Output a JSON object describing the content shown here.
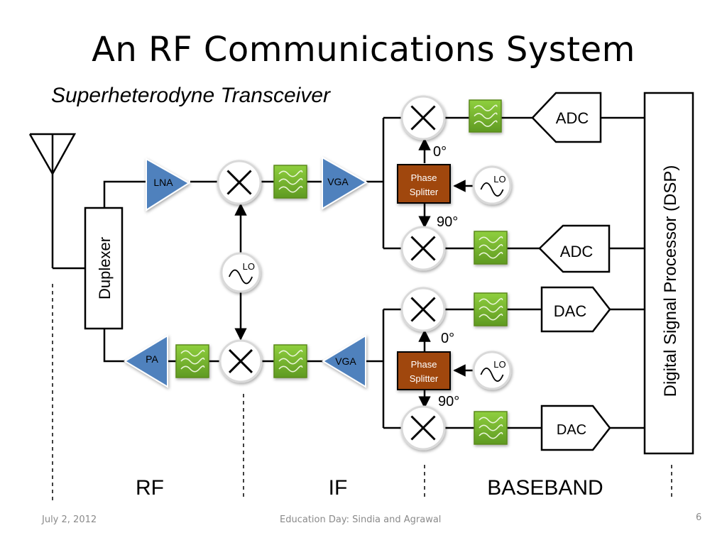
{
  "slide": {
    "title": "An RF Communications System",
    "subtitle": "Superheterodyne Transceiver",
    "footer_date": "July 2, 2012",
    "footer_center": "Education Day: Sindia and Agrawal",
    "page_number": "6"
  },
  "diagram": {
    "duplexer_label": "Duplexer",
    "dsp_label": "Digital Signal Processor (DSP)",
    "lna_label": "LNA",
    "pa_label": "PA",
    "vga_label": "VGA",
    "lo_label": "LO",
    "phase_splitter_line1": "Phase",
    "phase_splitter_line2": "Splitter",
    "phase_0": "0°",
    "phase_90": "90°",
    "adc_label": "ADC",
    "dac_label": "DAC",
    "sections": [
      "RF",
      "IF",
      "BASEBAND"
    ],
    "colors": {
      "amplifier": "#4f81bd",
      "filter": "#78b52f",
      "phase_splitter": "#a0470d",
      "line": "#000000"
    }
  }
}
